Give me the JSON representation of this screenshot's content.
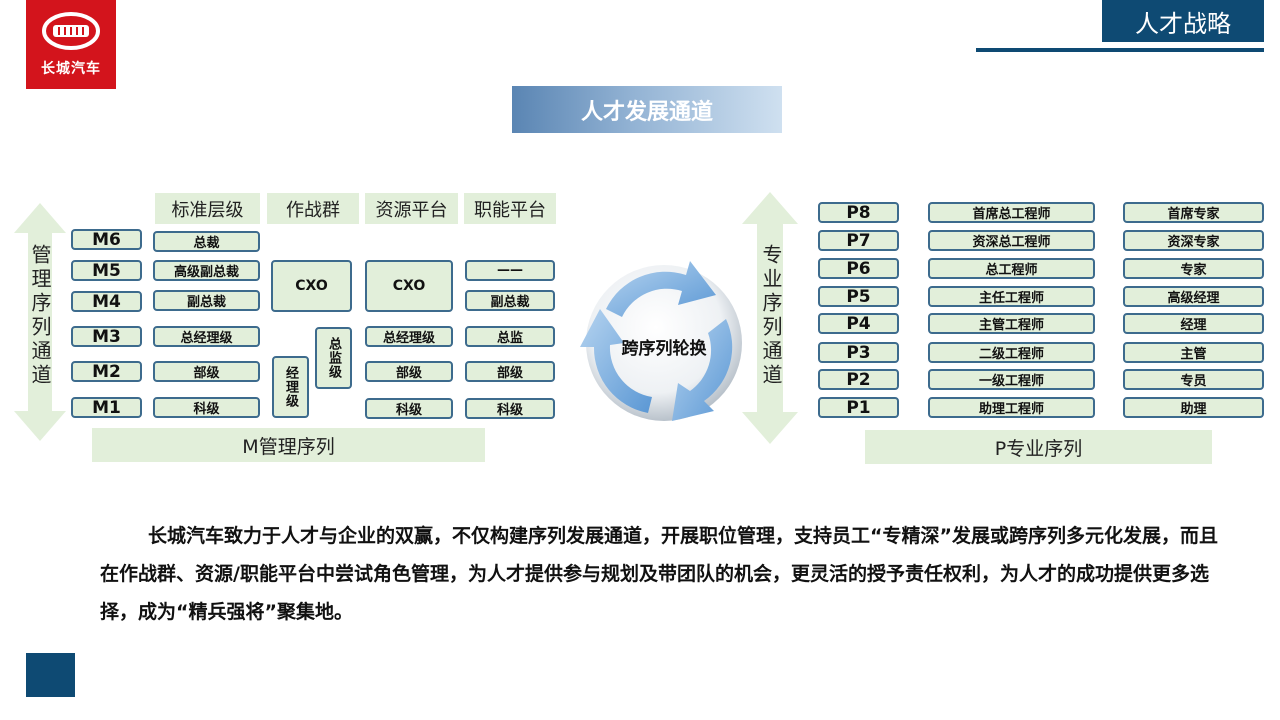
{
  "logo": {
    "text": "长城汽车"
  },
  "header": {
    "title": "人才战略"
  },
  "banner": {
    "text": "人才发展通道"
  },
  "left": {
    "axis_label": "管理序列通道",
    "columns": [
      "标准层级",
      "作战群",
      "资源平台",
      "职能平台"
    ],
    "m_levels": [
      "M6",
      "M5",
      "M4",
      "M3",
      "M2",
      "M1"
    ],
    "standard": [
      "总裁",
      "高级副总裁",
      "副总裁",
      "总经理级",
      "部级",
      "科级"
    ],
    "combat": {
      "cxo": "CXO",
      "manager": "经理级",
      "director": "总监级"
    },
    "resource": [
      "CXO",
      "总经理级",
      "部级",
      "科级"
    ],
    "function": [
      "——",
      "副总裁",
      "总监",
      "部级",
      "科级"
    ],
    "footer": "M管理序列"
  },
  "center": {
    "label": "跨序列轮换"
  },
  "right": {
    "axis_label": "专业序列通道",
    "p_levels": [
      "P8",
      "P7",
      "P6",
      "P5",
      "P4",
      "P3",
      "P2",
      "P1"
    ],
    "engineers": [
      "首席总工程师",
      "资深总工程师",
      "总工程师",
      "主任工程师",
      "主管工程师",
      "二级工程师",
      "一级工程师",
      "助理工程师"
    ],
    "experts": [
      "首席专家",
      "资深专家",
      "专家",
      "高级经理",
      "经理",
      "主管",
      "专员",
      "助理"
    ],
    "footer": "P专业序列"
  },
  "description": "长城汽车致力于人才与企业的双赢，不仅构建序列发展通道，开展职位管理，支持员工“专精深”发展或跨序列多元化发展，而且在作战群、资源/职能平台中尝试角色管理，为人才提供参与规划及带团队的机会，更灵活的授予责任权利，为人才的成功提供更多选择，成为“精兵强将”聚集地。",
  "colors": {
    "brand_red": "#d3141c",
    "navy": "#0e4a73",
    "light_green": "#e2efda",
    "arrow_blue": "#6fa8dc"
  }
}
